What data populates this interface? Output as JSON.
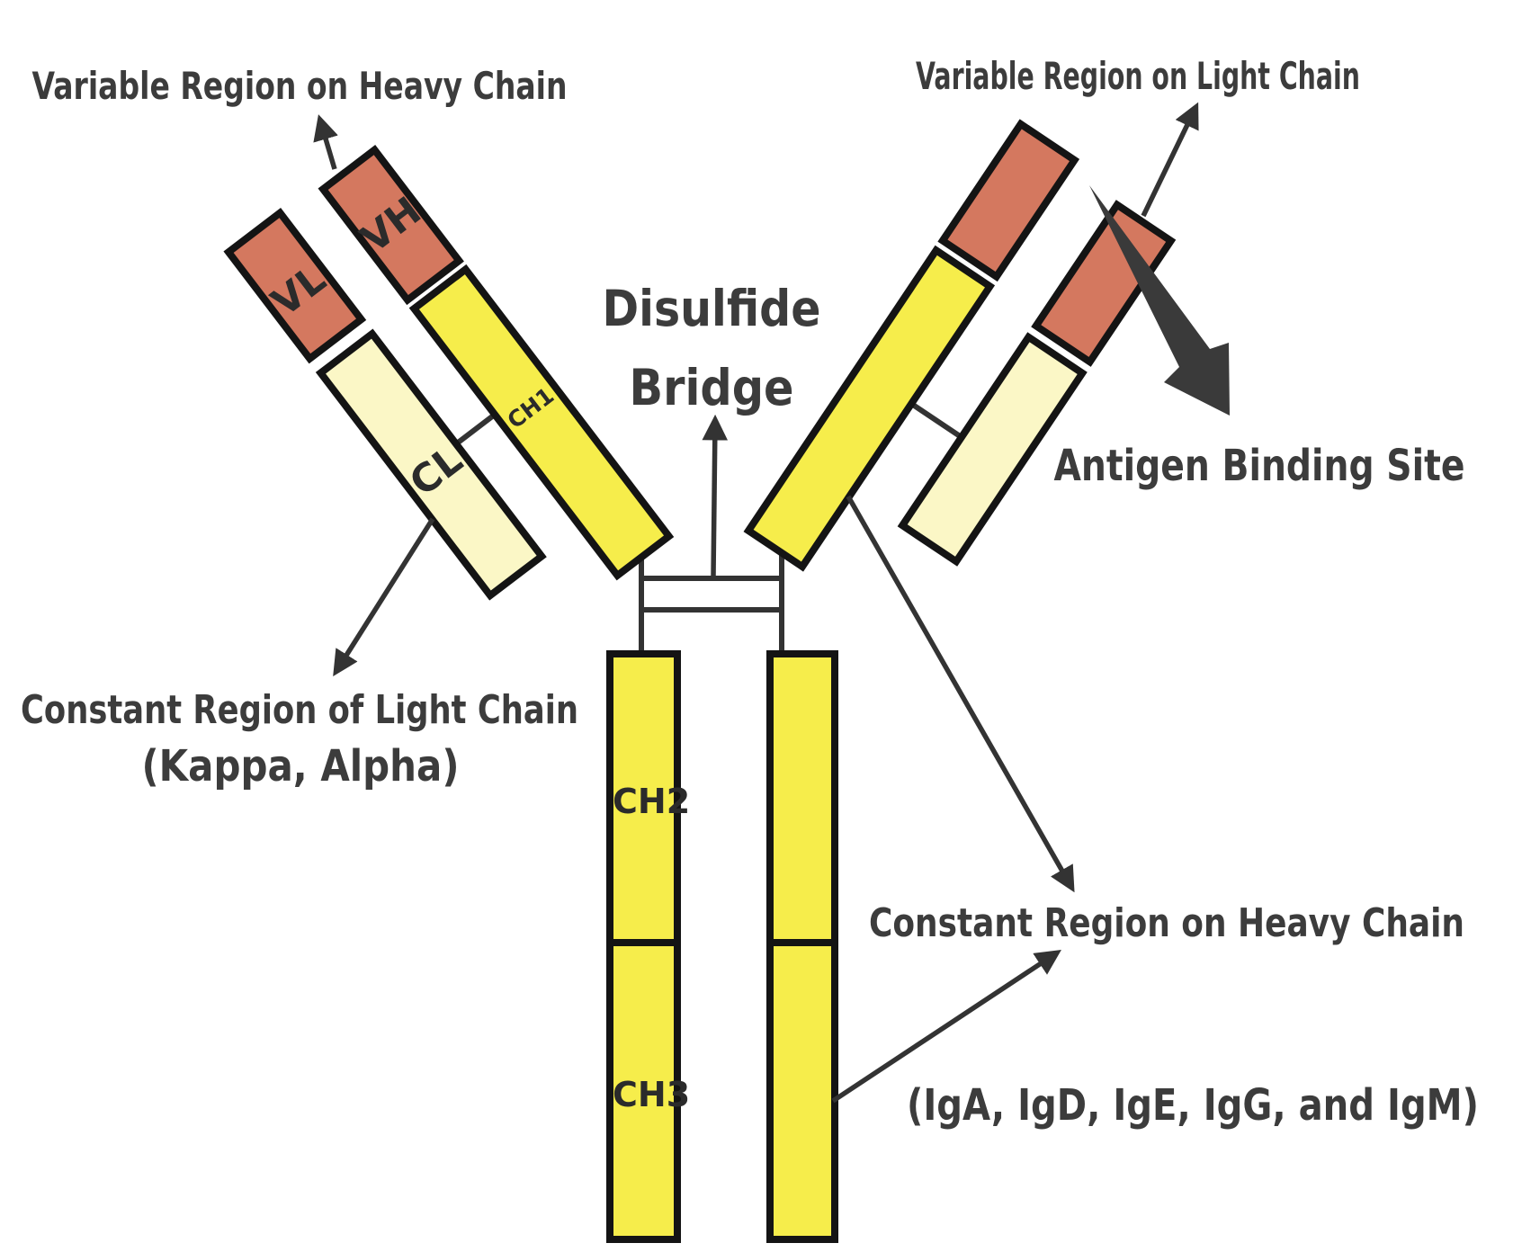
{
  "diagram": {
    "type": "antibody-structure",
    "annotations": {
      "variable_region_heavy": "Variable Region on Heavy Chain",
      "variable_region_light": "Variable Region on Light Chain",
      "disulfide_line1": "Disulfide",
      "disulfide_line2": "Bridge",
      "antigen_binding_site": "Antigen Binding Site",
      "constant_region_light": "Constant Region of Light Chain",
      "constant_region_light_sub": "(Kappa, Alpha)",
      "constant_region_heavy": "Constant Region on Heavy Chain",
      "constant_region_heavy_sub": "(IgA, IgD, IgE, IgG, and IgM)"
    },
    "domains": {
      "vl": "VL",
      "vh": "VH",
      "cl": "CL",
      "ch1": "CH1",
      "ch2": "CH2",
      "ch3": "CH3"
    },
    "colors": {
      "variable_region": "#d4785f",
      "heavy_constant": "#f6ed4b",
      "light_constant": "#fbf7c6",
      "outline": "#141414",
      "line": "#333333",
      "text": "#3c3c3c"
    }
  }
}
